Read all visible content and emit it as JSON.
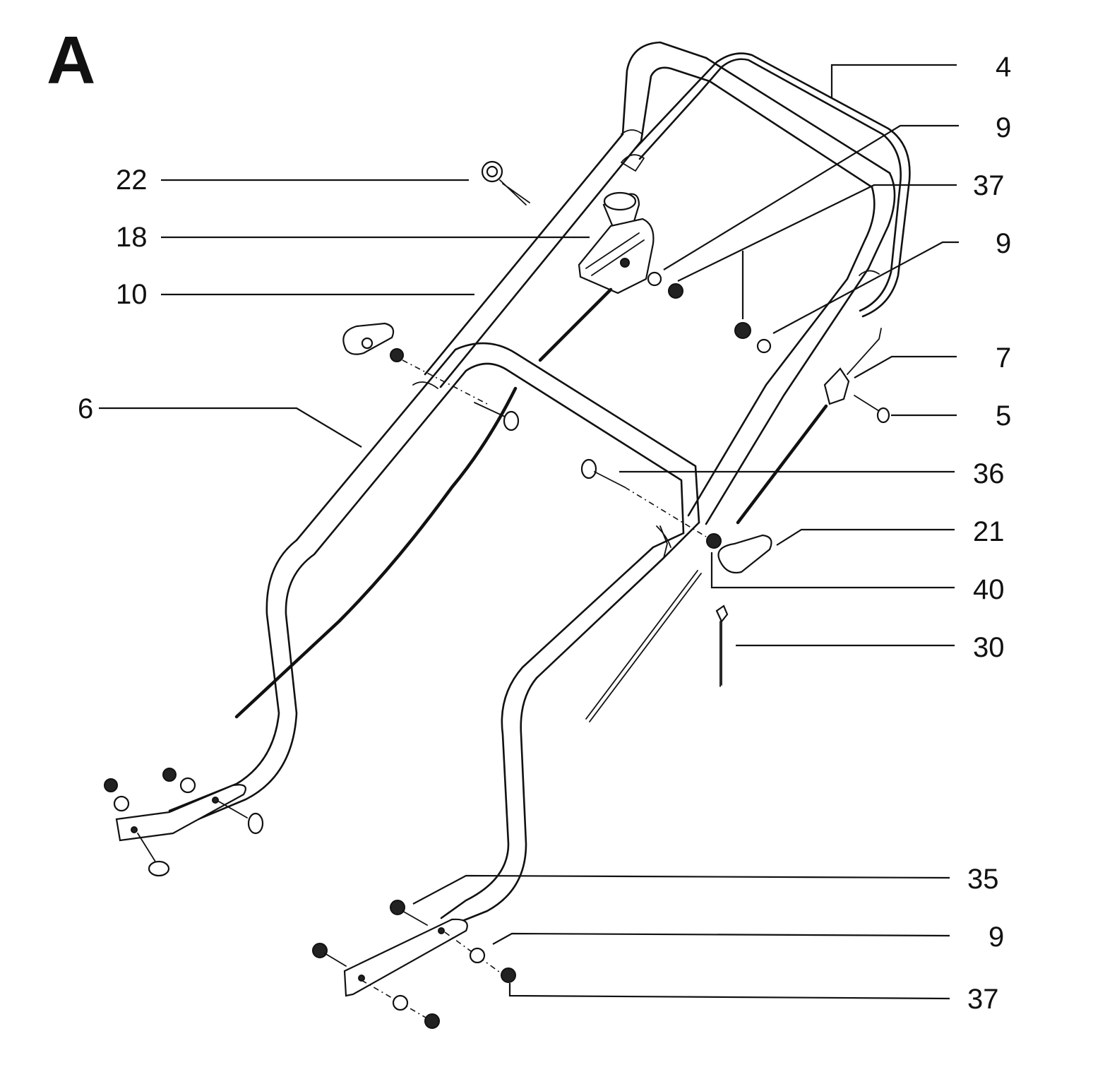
{
  "section_letter": "A",
  "callouts": [
    "4",
    "9",
    "37",
    "22",
    "18",
    "9",
    "10",
    "7",
    "6",
    "5",
    "36",
    "21",
    "40",
    "30",
    "35",
    "9",
    "37"
  ]
}
